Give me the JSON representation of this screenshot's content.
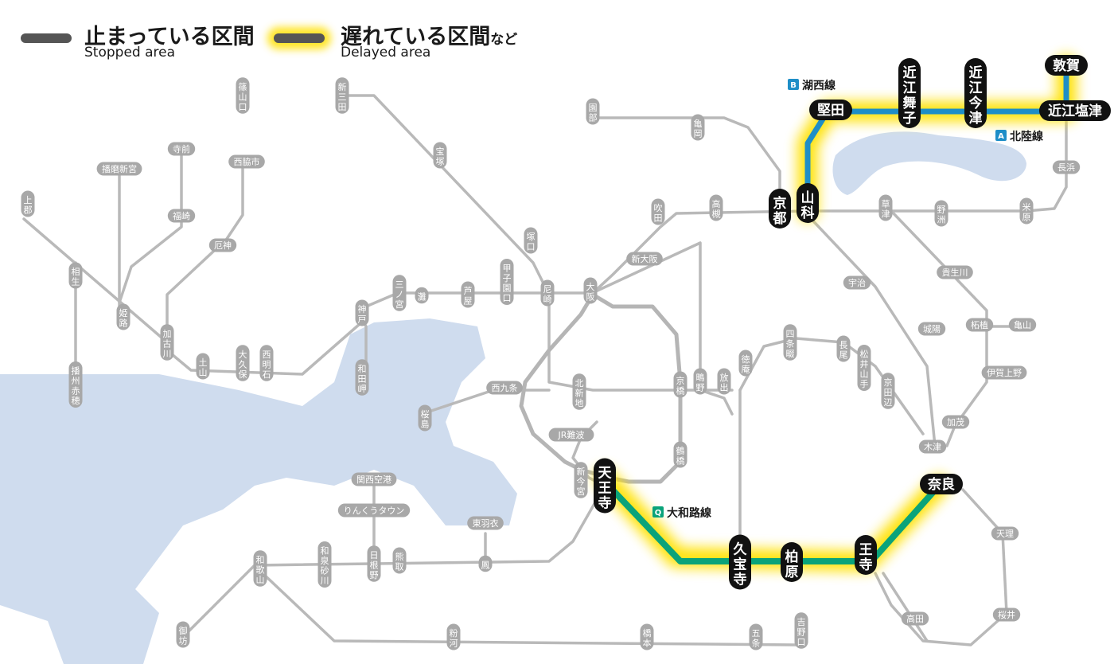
{
  "legend": {
    "stopped_jp": "止まっている区間",
    "stopped_en": "Stopped area",
    "delayed_jp": "遅れている区間",
    "delayed_suffix": "など",
    "delayed_en": "Delayed area"
  },
  "colors": {
    "sea": "#cfdcee",
    "track_gray": "#b4b4b4",
    "station_gray": "#a8a8a8",
    "station_black": "#111111",
    "delay_glow": "#ffe100",
    "stopped": "#555555",
    "line_A": "#1e8ec7",
    "line_B": "#1e8ec7",
    "line_Q": "#0aa37a"
  },
  "lines": [
    {
      "code": "B",
      "name": "湖西線"
    },
    {
      "code": "A",
      "name": "北陸線"
    },
    {
      "code": "Q",
      "name": "大和路線"
    }
  ],
  "stations_major": [
    {
      "name": "京都",
      "orient": "v"
    },
    {
      "name": "山科",
      "orient": "v"
    },
    {
      "name": "堅田",
      "orient": "h"
    },
    {
      "name": "近江舞子",
      "orient": "v"
    },
    {
      "name": "近江今津",
      "orient": "v"
    },
    {
      "name": "敦賀",
      "orient": "h"
    },
    {
      "name": "近江塩津",
      "orient": "h"
    },
    {
      "name": "天王寺",
      "orient": "v"
    },
    {
      "name": "久宝寺",
      "orient": "v"
    },
    {
      "name": "柏原",
      "orient": "v"
    },
    {
      "name": "王寺",
      "orient": "v"
    },
    {
      "name": "奈良",
      "orient": "h"
    }
  ],
  "stations_minor": [
    {
      "name": "篠山口",
      "orient": "v"
    },
    {
      "name": "新三田",
      "orient": "v"
    },
    {
      "name": "宝塚",
      "orient": "v"
    },
    {
      "name": "園部",
      "orient": "v"
    },
    {
      "name": "亀岡",
      "orient": "v"
    },
    {
      "name": "寺前",
      "orient": "h"
    },
    {
      "name": "播磨新宮",
      "orient": "h"
    },
    {
      "name": "西脇市",
      "orient": "h"
    },
    {
      "name": "上郡",
      "orient": "v"
    },
    {
      "name": "福崎",
      "orient": "h"
    },
    {
      "name": "相生",
      "orient": "v"
    },
    {
      "name": "姫路",
      "orient": "v"
    },
    {
      "name": "厄神",
      "orient": "h"
    },
    {
      "name": "加古川",
      "orient": "v"
    },
    {
      "name": "土山",
      "orient": "v"
    },
    {
      "name": "大久保",
      "orient": "v"
    },
    {
      "name": "西明石",
      "orient": "v"
    },
    {
      "name": "播州赤穂",
      "orient": "v"
    },
    {
      "name": "神戸",
      "orient": "v"
    },
    {
      "name": "和田岬",
      "orient": "v"
    },
    {
      "name": "三ノ宮",
      "orient": "v"
    },
    {
      "name": "灘",
      "orient": "v"
    },
    {
      "name": "芦屋",
      "orient": "v"
    },
    {
      "name": "甲子園口",
      "orient": "v"
    },
    {
      "name": "尼崎",
      "orient": "v"
    },
    {
      "name": "塚口",
      "orient": "v"
    },
    {
      "name": "大阪",
      "orient": "v"
    },
    {
      "name": "新大阪",
      "orient": "h"
    },
    {
      "name": "吹田",
      "orient": "v"
    },
    {
      "name": "高槻",
      "orient": "v"
    },
    {
      "name": "草津",
      "orient": "v"
    },
    {
      "name": "野洲",
      "orient": "v"
    },
    {
      "name": "米原",
      "orient": "v"
    },
    {
      "name": "長浜",
      "orient": "h"
    },
    {
      "name": "宇治",
      "orient": "h"
    },
    {
      "name": "貴生川",
      "orient": "h"
    },
    {
      "name": "城陽",
      "orient": "h"
    },
    {
      "name": "柘植",
      "orient": "h"
    },
    {
      "name": "亀山",
      "orient": "h"
    },
    {
      "name": "四条畷",
      "orient": "v"
    },
    {
      "name": "長尾",
      "orient": "v"
    },
    {
      "name": "松井山手",
      "orient": "v"
    },
    {
      "name": "京田辺",
      "orient": "v"
    },
    {
      "name": "徳庵",
      "orient": "v"
    },
    {
      "name": "鴫野",
      "orient": "v"
    },
    {
      "name": "放出",
      "orient": "v"
    },
    {
      "name": "京橋",
      "orient": "v"
    },
    {
      "name": "伊賀上野",
      "orient": "h"
    },
    {
      "name": "西九条",
      "orient": "h"
    },
    {
      "name": "北新地",
      "orient": "v"
    },
    {
      "name": "桜島",
      "orient": "v"
    },
    {
      "name": "加茂",
      "orient": "h"
    },
    {
      "name": "木津",
      "orient": "h"
    },
    {
      "name": "JR難波",
      "orient": "h"
    },
    {
      "name": "新今宮",
      "orient": "v"
    },
    {
      "name": "鶴橋",
      "orient": "v"
    },
    {
      "name": "関西空港",
      "orient": "h"
    },
    {
      "name": "りんくうタウン",
      "orient": "h"
    },
    {
      "name": "東羽衣",
      "orient": "h"
    },
    {
      "name": "鳳",
      "orient": "v"
    },
    {
      "name": "天理",
      "orient": "h"
    },
    {
      "name": "和歌山",
      "orient": "v"
    },
    {
      "name": "和泉砂川",
      "orient": "v"
    },
    {
      "name": "日根野",
      "orient": "v"
    },
    {
      "name": "熊取",
      "orient": "v"
    },
    {
      "name": "高田",
      "orient": "h"
    },
    {
      "name": "桜井",
      "orient": "h"
    },
    {
      "name": "御坊",
      "orient": "v"
    },
    {
      "name": "粉河",
      "orient": "v"
    },
    {
      "name": "橋本",
      "orient": "v"
    },
    {
      "name": "五条",
      "orient": "v"
    },
    {
      "name": "吉野口",
      "orient": "v"
    }
  ]
}
